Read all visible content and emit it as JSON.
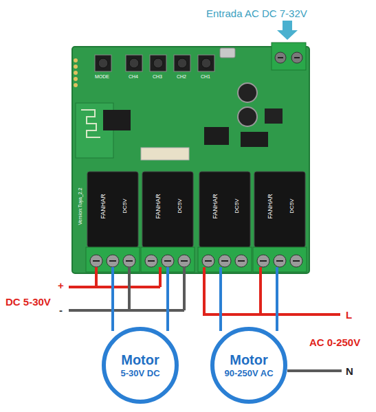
{
  "diagram": {
    "nodes": [
      {
        "text": [
          "Motor",
          "5-30V DC"
        ]
      },
      {
        "text": [
          "Motor",
          "90-250V AC"
        ]
      }
    ],
    "labels": [
      "Entrada AC DC 7-32V",
      "+",
      "DC 5-30V",
      "-",
      "L",
      "AC 0-250V",
      "N",
      "MODE",
      "CH4",
      "CH3",
      "CH2",
      "CH1",
      "Version:Tuya_2.2",
      "FANHAR",
      "FANHAR",
      "FANHAR",
      "FANHAR",
      "DC5V",
      "DC5V",
      "DC5V",
      "DC5V"
    ]
  }
}
